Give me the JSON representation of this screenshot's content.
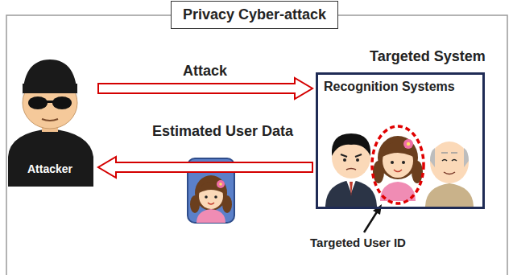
{
  "diagram": {
    "title": "Privacy Cyber-attack",
    "nodes": [
      {
        "text": [
          "Attacker"
        ]
      },
      {
        "text": [
          "Targeted System",
          "Recognition Systems"
        ]
      }
    ],
    "edges": [
      {
        "from": 0,
        "to": 1,
        "label": "Attack",
        "arrow": "to"
      },
      {
        "from": 1,
        "to": 0,
        "label": "Estimated User Data",
        "arrow": "to"
      }
    ],
    "labels": [
      "Targeted User ID"
    ]
  }
}
